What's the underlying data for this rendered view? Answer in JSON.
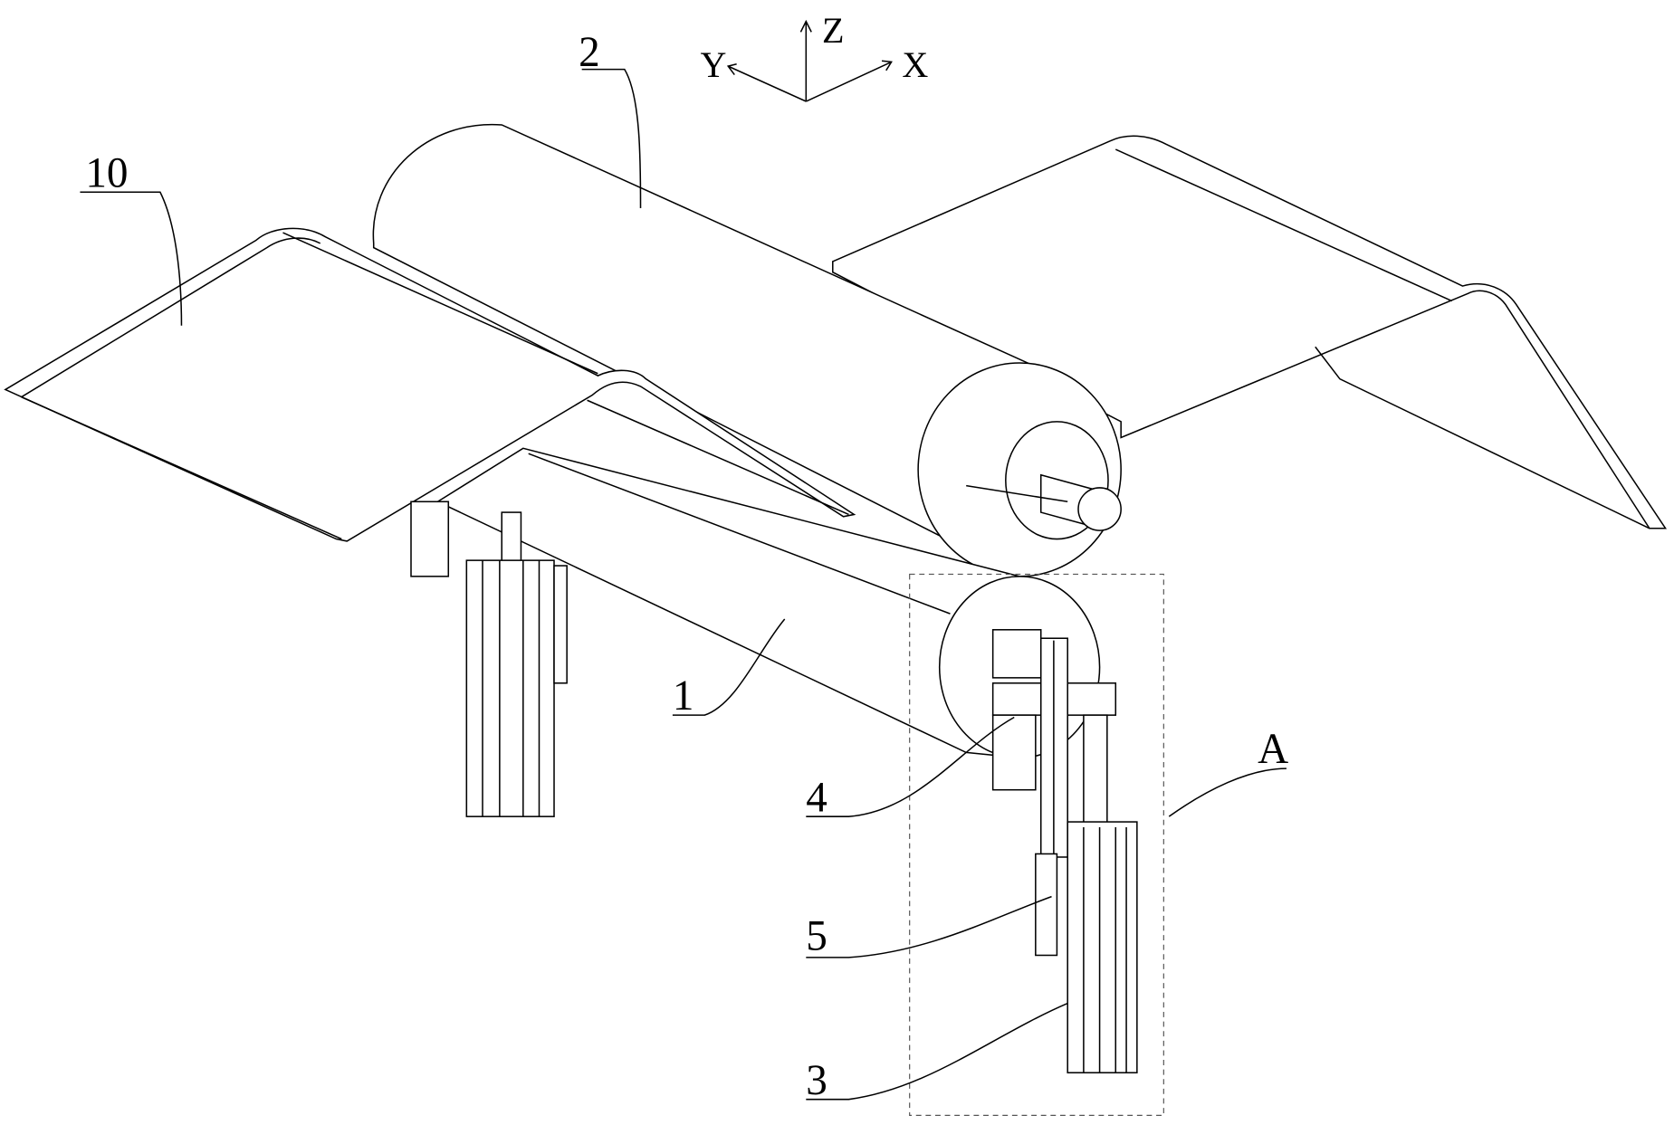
{
  "axes": {
    "x": "X",
    "y": "Y",
    "z": "Z"
  },
  "labels": {
    "roller_upper": "2",
    "sheet": "10",
    "roller_lower": "1",
    "bracket": "4",
    "rod": "5",
    "cylinder": "3",
    "detail_region": "A"
  }
}
